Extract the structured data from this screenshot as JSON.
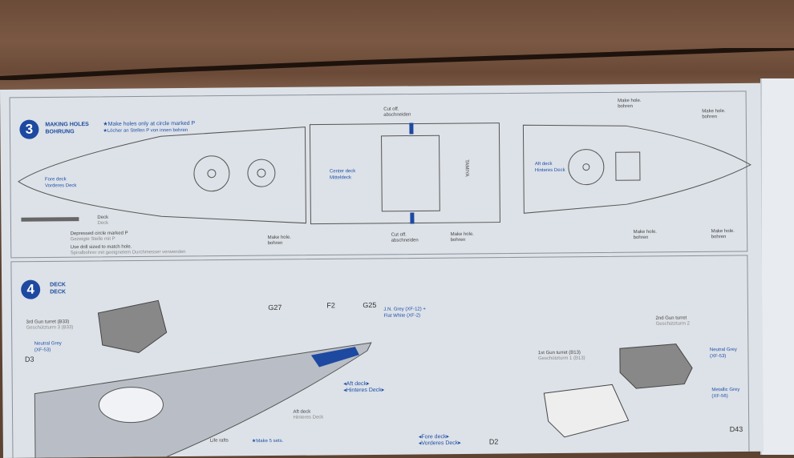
{
  "step3": {
    "number": "3",
    "title_en": "MAKING HOLES",
    "title_de": "BOHRUNG",
    "note_en": "★Make holes only at circle marked P",
    "note_de": "★Löcher an Stellen P von innen bohren",
    "fore_deck": "Fore deck",
    "fore_deck_de": "Vorderes Deck",
    "center_deck": "Center deck",
    "center_deck_de": "Mitteldeck",
    "aft_deck": "Aft deck",
    "aft_deck_de": "Hinteres Deck",
    "deck": "Deck",
    "deck_de": "Deck",
    "depressed": "Depressed circle marked P",
    "depressed_de": "Gezeigte Stelle mit P",
    "drill": "Use drill sized to match hole.",
    "drill_de": "Spiralbohrer mit geeignetem Durchmesser verwenden",
    "make_hole": "Make hole.",
    "make_hole_de": "bohren",
    "cut_off": "Cut off.",
    "cut_off_de": "abschneiden",
    "brand": "TAMIYA"
  },
  "step4": {
    "number": "4",
    "title_en": "DECK",
    "title_de": "DECK",
    "turret3": "3rd Gun turret (B33)",
    "turret3_de": "Geschützturm 3 (B33)",
    "neutral_grey": "Neutral Grey",
    "xf53": "(XF-53)",
    "d3": "D3",
    "g27": "G27",
    "f2": "F2",
    "g25": "G25",
    "jn_grey": "J.N. Grey (XF-12) +",
    "flat_white": "Flat White (XF-2)",
    "aft_deck_arrow": "◂Aft deck▸",
    "aft_deck_arrow_de": "◂Hinteres Deck▸",
    "aft_deck": "Aft deck",
    "aft_deck_de": "Hinteres Deck",
    "life_rafts": "Life rafts",
    "make5": "★Make 5 sets.",
    "fore_deck_arrow": "◂Fore deck▸",
    "fore_deck_arrow_de": "◂Vorderes Deck▸",
    "turret1": "1st Gun turret (B13)",
    "turret1_de": "Geschützturm 1 (B13)",
    "turret2": "2nd Gun turret",
    "turret2_de": "Geschützturm 2",
    "metallic_grey": "Metallic Grey",
    "xf56": "(XF-56)",
    "d2": "D2",
    "d43": "D43"
  }
}
